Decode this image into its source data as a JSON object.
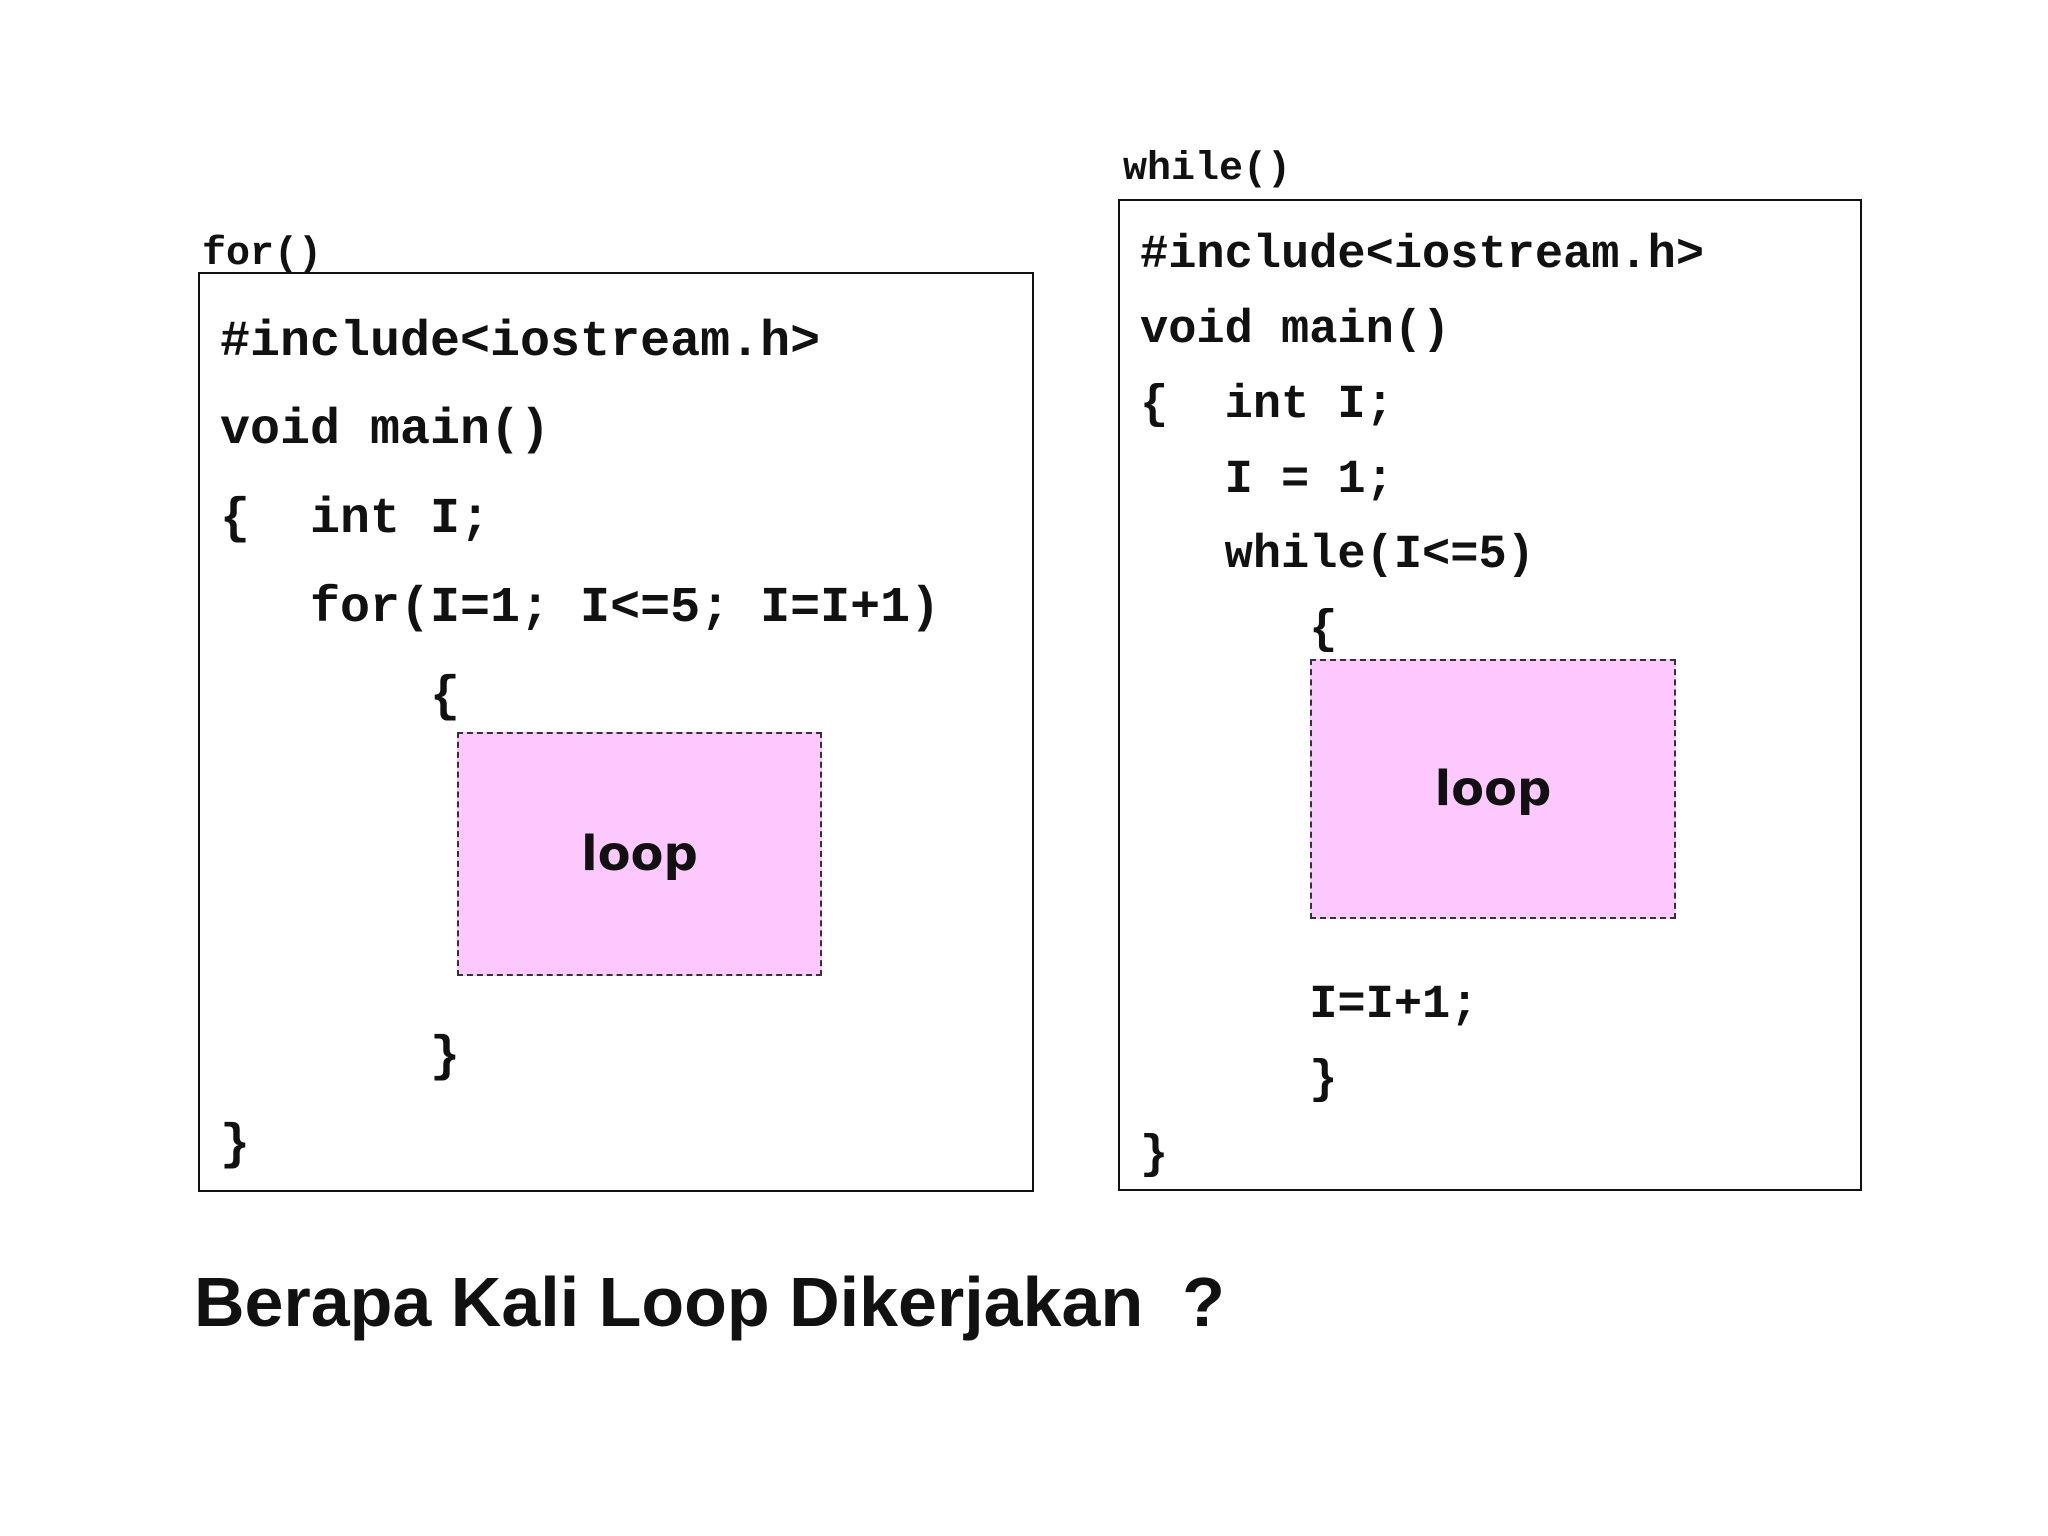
{
  "for_panel": {
    "caption": "for()",
    "lines": [
      "#include<iostream.h>",
      "void main()",
      "{  int I;",
      "   for(I=1; I<=5; I=I+1)",
      "       {",
      "       }",
      "}"
    ],
    "loop_label": "loop"
  },
  "while_panel": {
    "caption": "while()",
    "lines": [
      "#include<iostream.h>",
      "void main()",
      "{  int I;",
      "   I = 1;",
      "   while(I<=5)",
      "      {",
      "      I=I+1;",
      "      }",
      "}"
    ],
    "loop_label": "loop"
  },
  "question": "Berapa Kali Loop Dikerjakan  ?",
  "colors": {
    "loop_fill": "#fdc8fd",
    "border": "#111111"
  }
}
